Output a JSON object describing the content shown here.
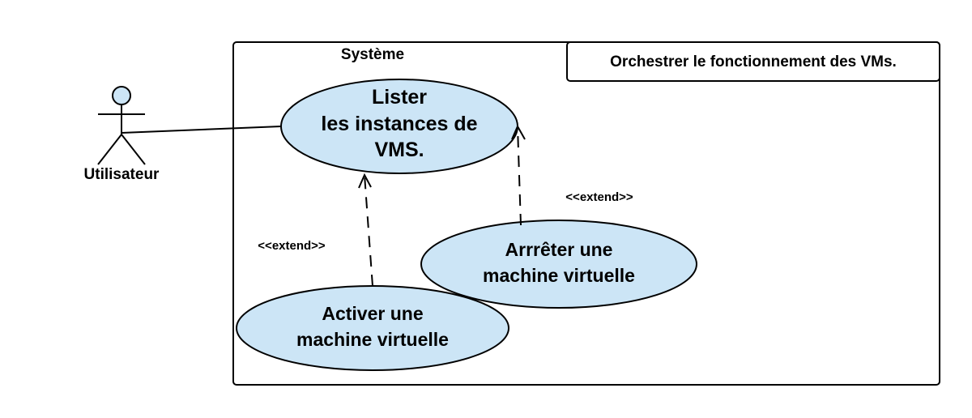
{
  "system": {
    "title": "Système"
  },
  "note": {
    "text": "Orchestrer le fonctionnement des VMs."
  },
  "actor": {
    "name": "Utilisateur"
  },
  "use_cases": {
    "list_instances": {
      "line1": "Lister",
      "line2": "les instances de",
      "line3": "VMS."
    },
    "stop_vm": {
      "line1": "Arrrêter une",
      "line2": "machine virtuelle"
    },
    "start_vm": {
      "line1": "Activer une",
      "line2": "machine virtuelle"
    }
  },
  "relations": {
    "extend_left": "<<extend>>",
    "extend_right": "<<extend>>"
  },
  "colors": {
    "use_case_fill": "#cce5f6",
    "stroke": "#000000"
  }
}
